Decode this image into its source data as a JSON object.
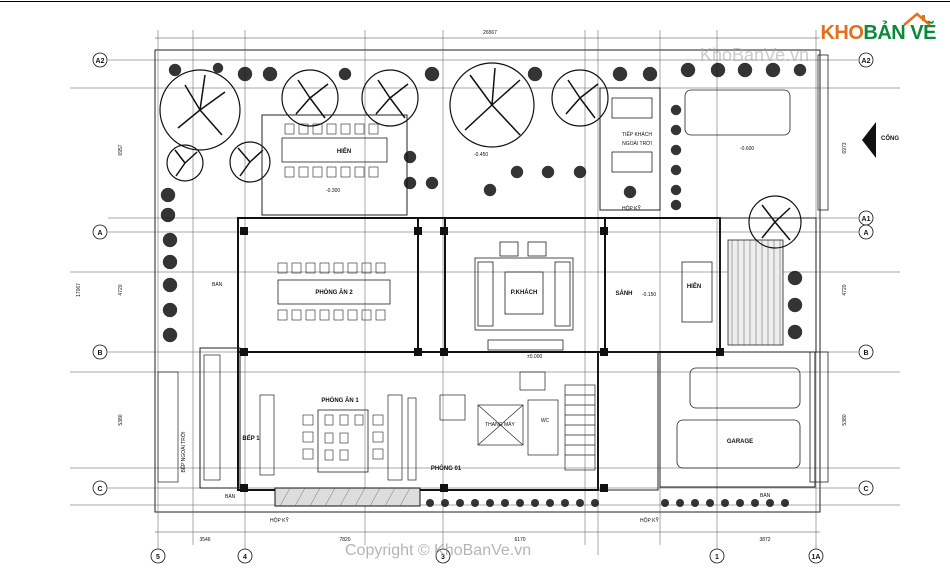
{
  "brand": {
    "part1": "KHO",
    "part2": "BẢN VẼ"
  },
  "watermarks": {
    "top": "KhoBanVe.vn",
    "bottom": "Copyright © KhoBanVe.vn"
  },
  "axes": {
    "A2": "A2",
    "A1": "A1",
    "A": "A",
    "B": "B",
    "C": "C",
    "g5": "5",
    "g4": "4",
    "g3": "3",
    "g1": "1",
    "g1A": "1A"
  },
  "rooms": {
    "hien_top": "HIÊN",
    "phong_an_2": "PHÒNG ĂN 2",
    "phong_khach": "P.KHÁCH",
    "sanh": "SẢNH",
    "hien_right": "HIÊN",
    "phong_an_1": "PHÒNG ĂN 1",
    "bep": "BẾP 1",
    "phong_01": "PHÒNG 01",
    "thang_may": "THANG MÁY",
    "wc": "WC",
    "garage": "GARAGE",
    "tiep_khach": "TIẾP KHÁCH",
    "ngoai_troi": "NGOÀI TRỜI",
    "bep_ngoai_troi": "BẾP NGOÀI TRỜI",
    "cong": "CỔNG",
    "hop_ky_1": "HỘP KỸ",
    "hop_ky_2": "HỘP KỸ",
    "hop_ky_3": "HỘP KỸ",
    "ban_1": "BÀN",
    "ban_2": "BÀN",
    "ban_3": "BÀN"
  },
  "dims": {
    "total": "26567",
    "d1": "3546",
    "d2": "7820",
    "d3": "6170",
    "d4": "3872",
    "r1": "6973",
    "r2": "4720",
    "r3": "5380",
    "l1": "6957",
    "l2": "17067",
    "l3": "4720",
    "l4": "5380",
    "e1": "-0.300",
    "e2": "±0.000",
    "e3": "-0.600",
    "e4": "-0.150",
    "e5": "-0.450"
  }
}
